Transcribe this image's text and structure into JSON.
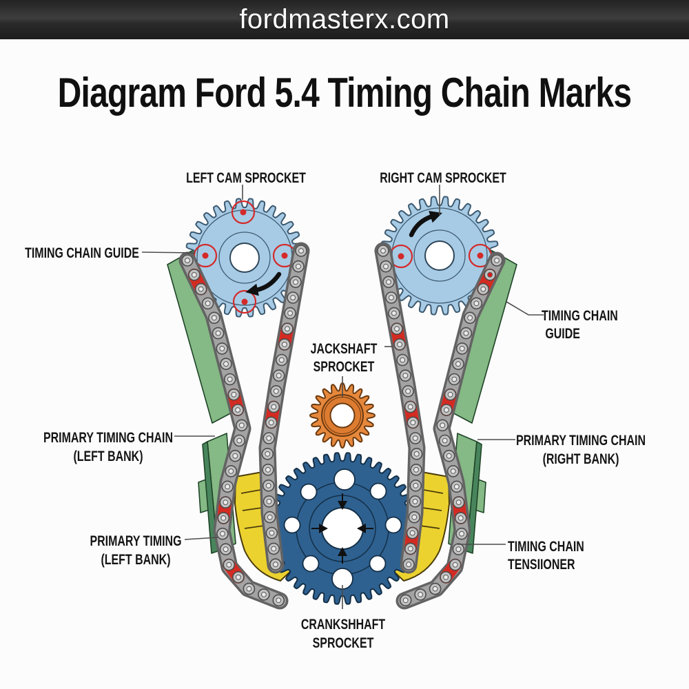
{
  "header": {
    "site": "fordmasterx.com"
  },
  "title": "Diagram Ford 5.4 Timing Chain Marks",
  "labels": {
    "left_cam": "LEFT CAM SPROCKET",
    "right_cam": "RIGHT CAM SPROCKET",
    "timing_chain_guide_left": "TIMING CHAIN GUIDE",
    "timing_chain_guide_right_line1": "TIMING CHAIN",
    "timing_chain_guide_right_line2": "GUIDE",
    "jackshaft_line1": "JACKSHAFT",
    "jackshaft_line2": "SPROCKET",
    "primary_chain_left_line1": "PRIMARY TIMING CHAIN",
    "primary_chain_left_line2": "(LEFT BANK)",
    "primary_chain_right_line1": "PRIMARY TIMING CHAIN",
    "primary_chain_right_line2": "(RIGHT BANK)",
    "primary_timing_left_line1": "PRIMARY TIMING",
    "primary_timing_left_line2": "(LEFT BANK)",
    "tensioner_line1": "TIMING CHAIN",
    "tensioner_line2": "TENSIIONER",
    "crankshaft_line1": "CRANKSHHAFT",
    "crankshaft_line2": "SPROCKET"
  },
  "colors": {
    "header_bg": "#2f2f2f",
    "cam_sprocket": "#a7cbe5",
    "cam_outline": "#3d5a70",
    "crank_sprocket": "#2e6190",
    "crank_outline": "#142f47",
    "jackshaft_sprocket": "#e6883c",
    "jackshaft_outline": "#6b3a10",
    "chain_gray": "#a3a3a3",
    "chain_dark": "#636363",
    "roller_fill": "#c2c2c2",
    "chain_red_link": "#d32b22",
    "guide_green": "#85b985",
    "guide_green_dark": "#49855c",
    "guide_outline": "#1e4427",
    "tensioner_yellow": "#ecd22f",
    "tensioner_outline": "#4a3c0c",
    "mark_red": "#d42a2a",
    "arrow_black": "#101010",
    "pointer_line": "#4c4c4c",
    "text": "#141414"
  }
}
